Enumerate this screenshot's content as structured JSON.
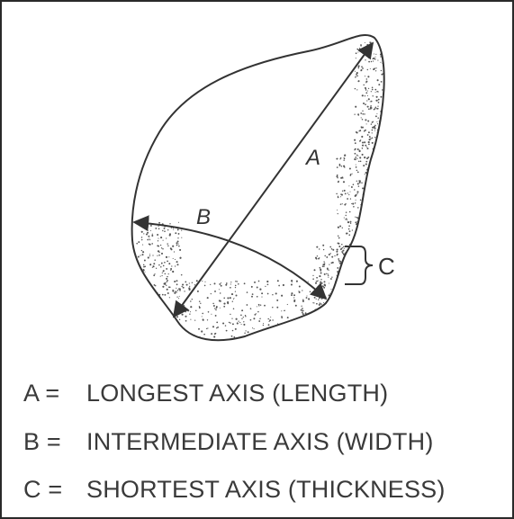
{
  "diagram": {
    "axis_labels": {
      "a": "A",
      "b": "B",
      "c": "C"
    },
    "colors": {
      "ink": "#333333",
      "stipple": "#555555"
    }
  },
  "legend": [
    {
      "key": "A =",
      "text": "LONGEST AXIS (LENGTH)"
    },
    {
      "key": "B =",
      "text": "INTERMEDIATE AXIS (WIDTH)"
    },
    {
      "key": "C =",
      "text": "SHORTEST AXIS (THICKNESS)"
    }
  ]
}
